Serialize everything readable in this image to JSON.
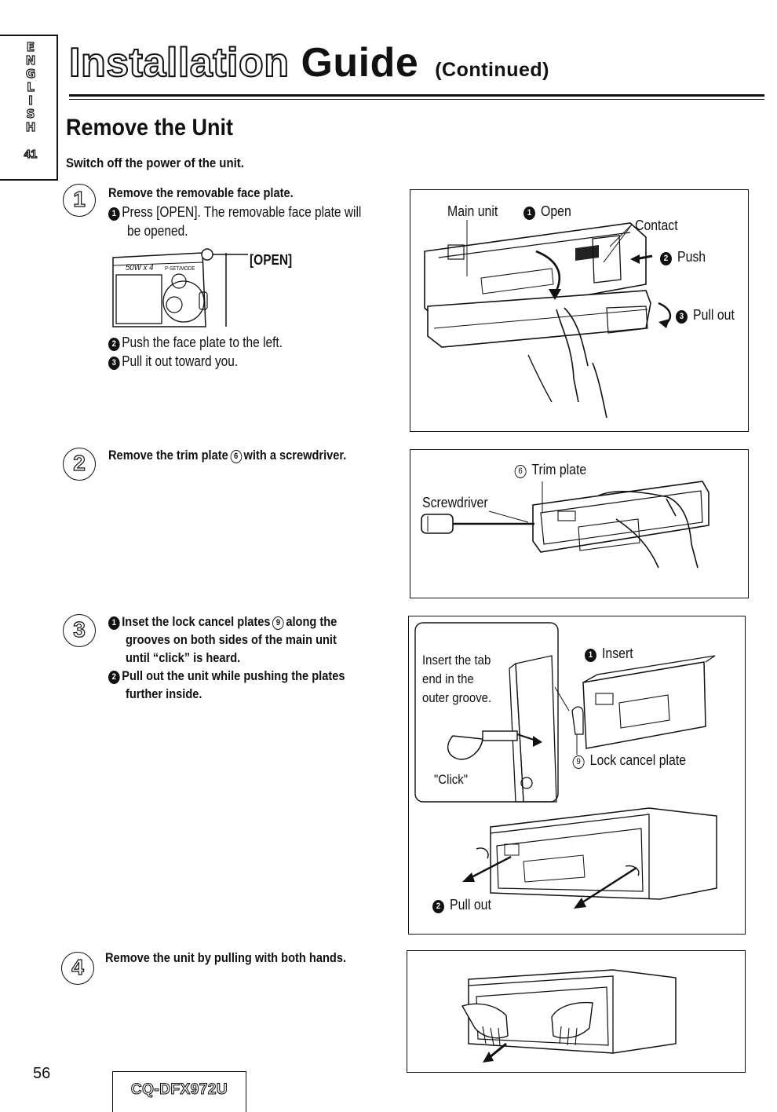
{
  "side_tab": {
    "language_letters": [
      "E",
      "N",
      "G",
      "L",
      "I",
      "S",
      "H"
    ],
    "section_number": "41"
  },
  "header": {
    "title_outline": "Installation",
    "title_solid": "Guide",
    "title_suffix": "(Continued)"
  },
  "section": {
    "title": "Remove the Unit",
    "lead": "Switch off the power of the unit."
  },
  "steps": [
    {
      "number": "1",
      "heading": "Remove the removable face plate.",
      "lines": [
        {
          "marker": "1",
          "text": "Press [OPEN]. The removable face plate will"
        },
        {
          "marker": "",
          "text": "be opened."
        },
        {
          "marker": "2",
          "text": "Push the face plate to the left."
        },
        {
          "marker": "3",
          "text": "Pull it out toward you."
        }
      ],
      "inset": {
        "callout": "[OPEN]",
        "print_power": "50W x 4",
        "print_mode": "P-SET/MODE"
      },
      "figure": {
        "main_unit": "Main unit",
        "open_marker": "1",
        "open": "Open",
        "contact": "Contact",
        "push_marker": "2",
        "push": "Push",
        "pull_marker": "3",
        "pull_out": "Pull out"
      }
    },
    {
      "number": "2",
      "heading_before": "Remove the trim plate",
      "heading_ref": "6",
      "heading_after": "with a screwdriver.",
      "figure": {
        "trim_ref": "6",
        "trim_plate": "Trim plate",
        "screwdriver": "Screwdriver"
      }
    },
    {
      "number": "3",
      "lines": [
        {
          "marker": "1",
          "text_before": "Inset the lock cancel plates",
          "ref": "9",
          "text_after": "along the"
        },
        {
          "marker": "",
          "text": "grooves on both sides of the main unit"
        },
        {
          "marker": "",
          "text": "until “click” is heard."
        },
        {
          "marker": "2",
          "text": "Pull out the unit while pushing the plates"
        },
        {
          "marker": "",
          "text": "further inside."
        }
      ],
      "figure": {
        "callout_lines": [
          "Insert the tab",
          "end in the",
          "outer groove."
        ],
        "click": "\"Click\"",
        "insert_marker": "1",
        "insert": "Insert",
        "lock_ref": "9",
        "lock_cancel_plate": "Lock cancel plate",
        "pull_marker": "2",
        "pull_out": "Pull out"
      }
    },
    {
      "number": "4",
      "heading": "Remove the unit by pulling with both hands."
    }
  ],
  "footer": {
    "page_number": "56",
    "model": "CQ-DFX972U"
  }
}
